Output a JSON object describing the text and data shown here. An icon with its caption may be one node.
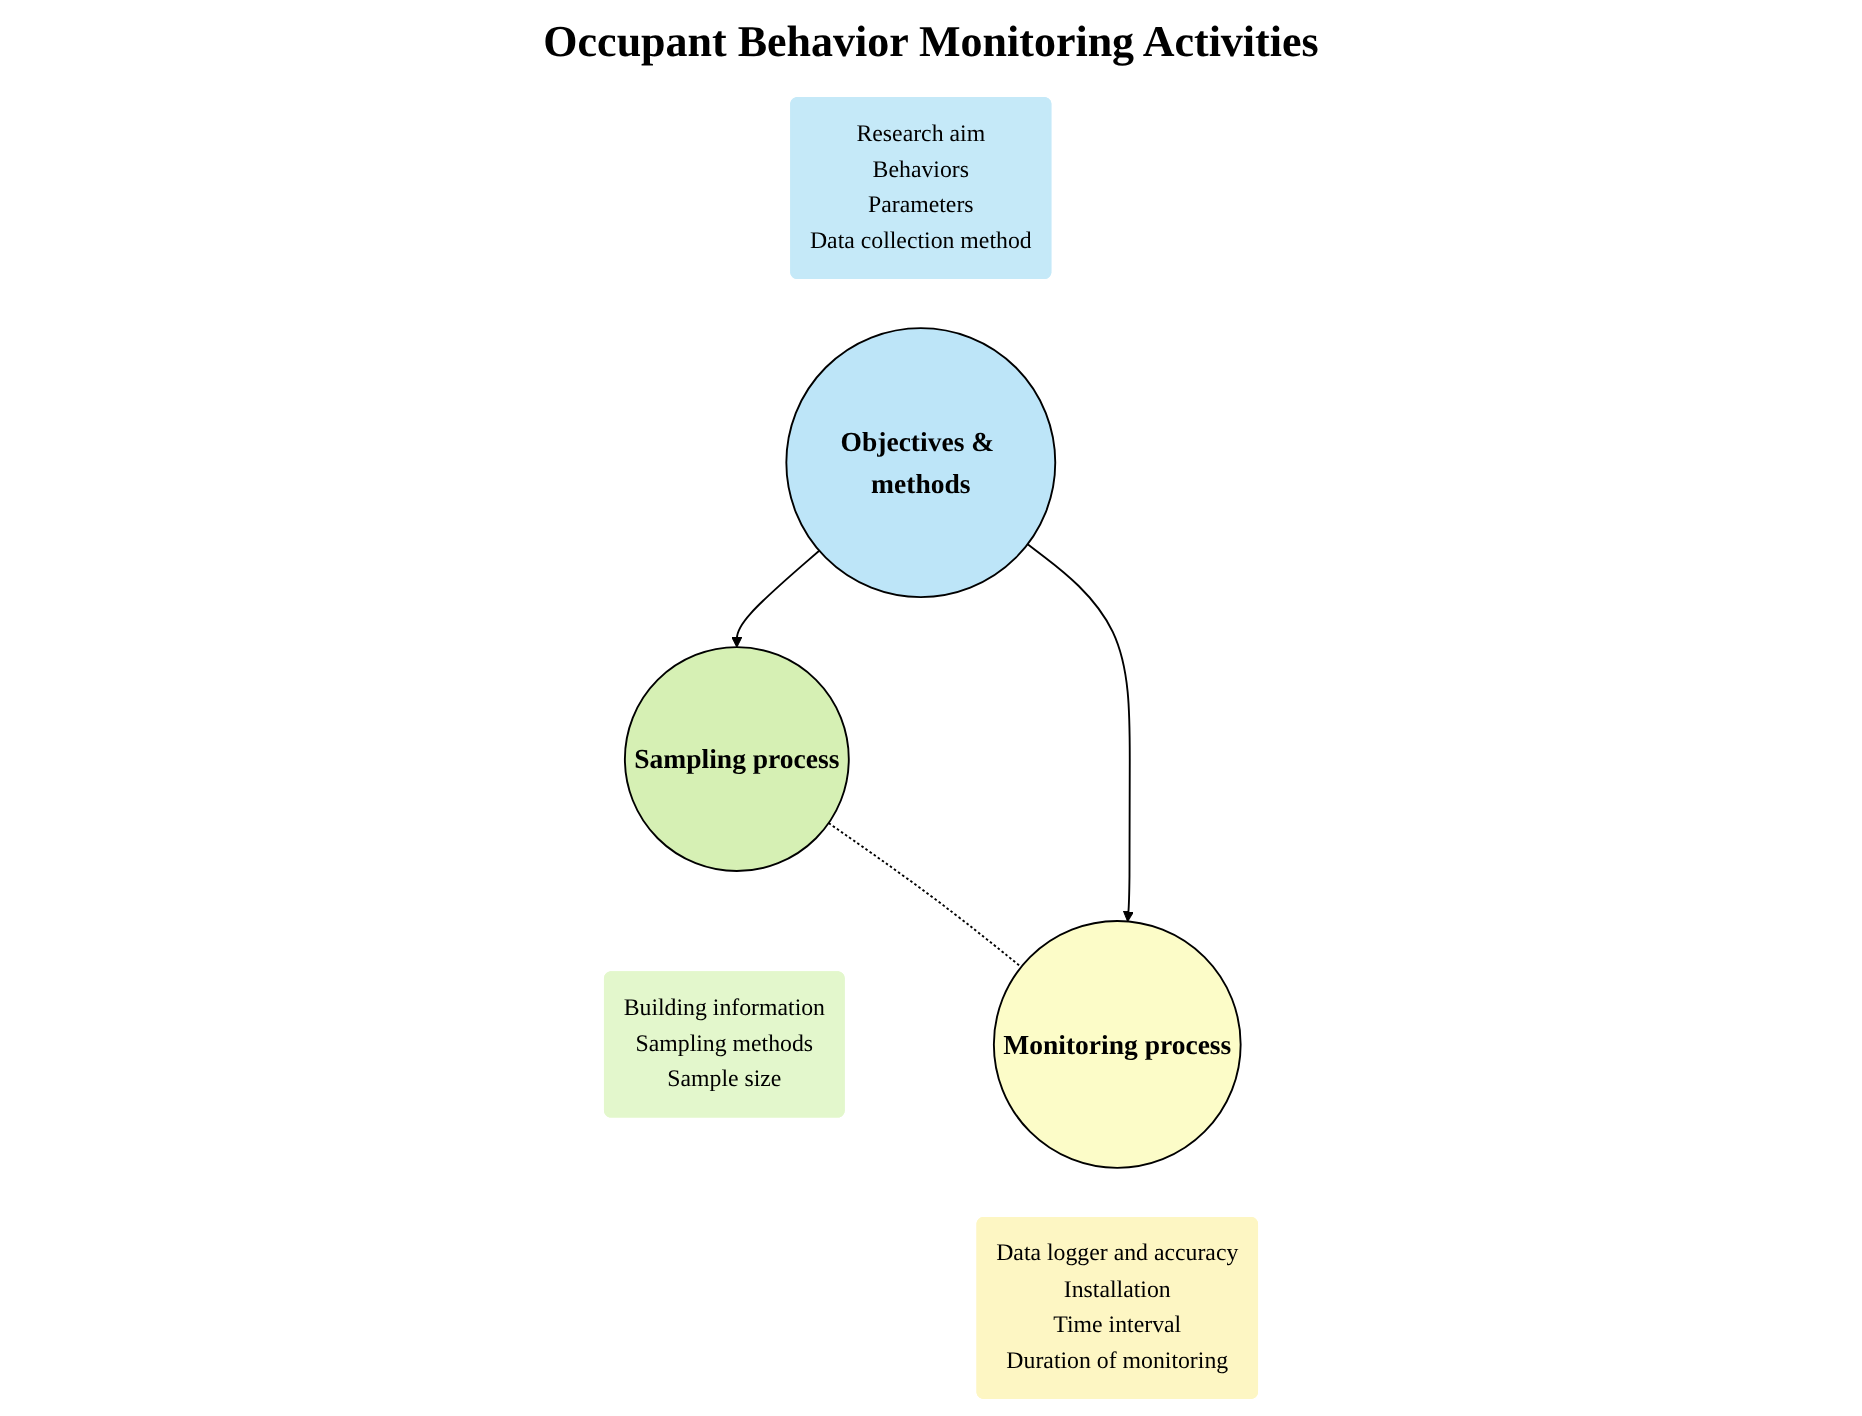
{
  "diagram": {
    "title": "Occupant Behavior Monitoring Activities",
    "nodes": [
      {
        "text": [
          "Research aim",
          "Behaviors",
          "Parameters",
          "Data collection method"
        ]
      },
      {
        "text": [
          "Objectives & methods"
        ]
      },
      {
        "text": [
          "Sampling process"
        ]
      },
      {
        "text": [
          "Building information",
          "Sampling methods",
          "Sample size"
        ]
      },
      {
        "text": [
          "Monitoring process"
        ]
      },
      {
        "text": [
          "Data logger and accuracy",
          "Installation",
          "Time interval",
          "Duration of monitoring"
        ]
      }
    ],
    "edges": [
      {
        "from": 1,
        "to": 2,
        "arrow": "to"
      },
      {
        "from": 1,
        "to": 4,
        "arrow": "to"
      },
      {
        "from": 2,
        "to": 4,
        "arrow": "none",
        "style": "dashed"
      }
    ]
  }
}
